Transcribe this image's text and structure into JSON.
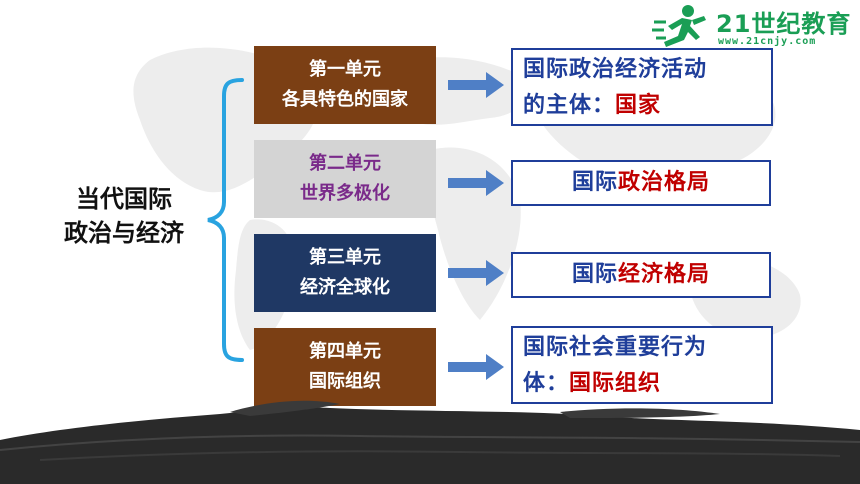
{
  "logo": {
    "brand": "21世纪教育",
    "site": "www.21cnjy.com"
  },
  "root": {
    "line1": "当代国际",
    "line2": "政治与经济"
  },
  "units": [
    {
      "line1": "第一单元",
      "line2": "各具特色的国家"
    },
    {
      "line1": "第二单元",
      "line2": "世界多极化"
    },
    {
      "line1": "第三单元",
      "line2": "经济全球化"
    },
    {
      "line1": "第四单元",
      "line2": "国际组织"
    }
  ],
  "results": [
    {
      "line1": "国际政治经济活动",
      "prefix": "的主体：",
      "highlight": "国家"
    },
    {
      "prefix": "国际",
      "highlight": "政治格局"
    },
    {
      "prefix": "国际",
      "highlight": "经济格局"
    },
    {
      "line1": "国际社会重要行为",
      "prefix": "体：",
      "highlight": "国际组织"
    }
  ],
  "colors": {
    "unit1": "#7b3f14",
    "unit2": "#d4d4d4",
    "unit2_text": "#7a2a8a",
    "unit3": "#1f3864",
    "unit4": "#7b3f14",
    "bracket": "#29a3e0",
    "arrow": "#4f7fc6",
    "result_border": "#1f3e9a",
    "result_text": "#1f3e9a",
    "highlight": "#c00000",
    "logo": "#1a9e55"
  }
}
